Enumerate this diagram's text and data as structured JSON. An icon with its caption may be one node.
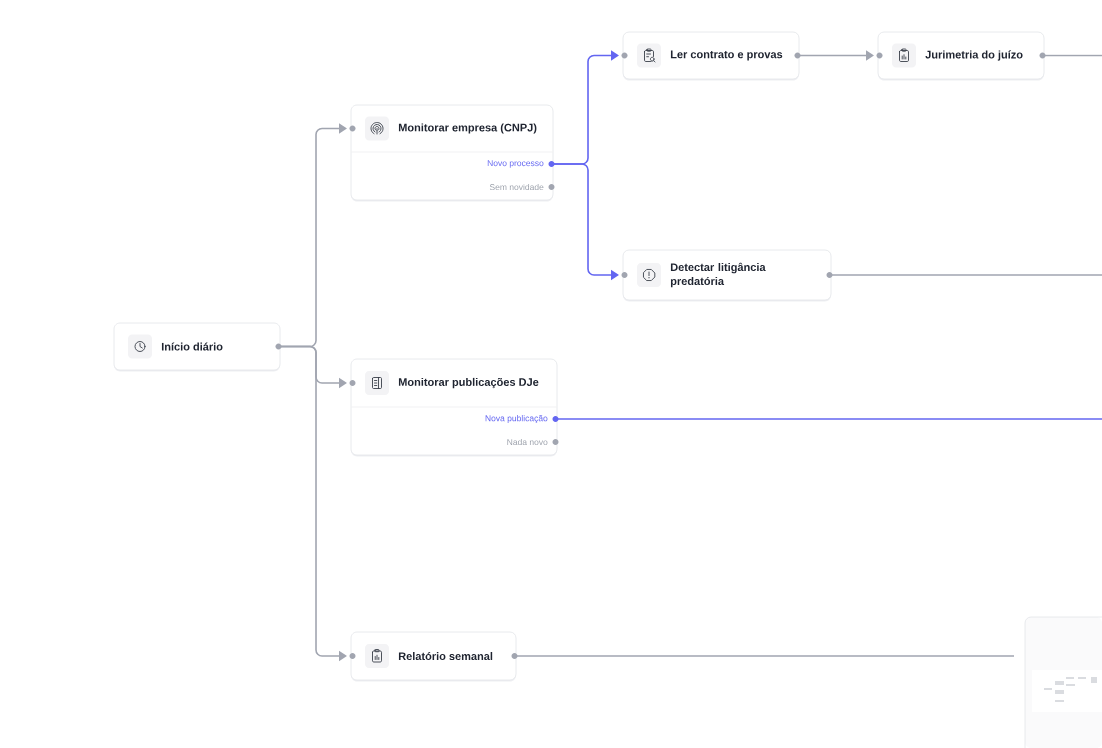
{
  "diagram": {
    "nodes": [
      {
        "text": [
          "Início diário"
        ]
      },
      {
        "text": [
          "Monitorar empresa (CNPJ)",
          "Novo processo",
          "Sem novidade"
        ]
      },
      {
        "text": [
          "Ler contrato e provas"
        ]
      },
      {
        "text": [
          "Jurimetria do juízo"
        ]
      },
      {
        "text": [
          "Detectar litigância predatória"
        ]
      },
      {
        "text": [
          "Monitorar publicações DJe",
          "Nova publicação",
          "Nada novo"
        ]
      },
      {
        "text": [
          "Relatório semanal"
        ]
      }
    ],
    "edges": [
      {
        "from": 0,
        "to": 1,
        "arrow": "to"
      },
      {
        "from": 0,
        "to": 5,
        "arrow": "to"
      },
      {
        "from": 0,
        "to": 6,
        "arrow": "to"
      },
      {
        "from": 1,
        "to": 2,
        "arrow": "to",
        "color": "#6366f1"
      },
      {
        "from": 1,
        "to": 4,
        "arrow": "to",
        "color": "#6366f1"
      },
      {
        "from": 2,
        "to": 3,
        "arrow": "to"
      },
      {
        "from": 3,
        "to": null,
        "arrow": "none"
      },
      {
        "from": 4,
        "to": null,
        "arrow": "none"
      },
      {
        "from": 5,
        "to": null,
        "arrow": "none",
        "color": "#6366f1"
      },
      {
        "from": 6,
        "to": null,
        "arrow": "none"
      }
    ]
  }
}
